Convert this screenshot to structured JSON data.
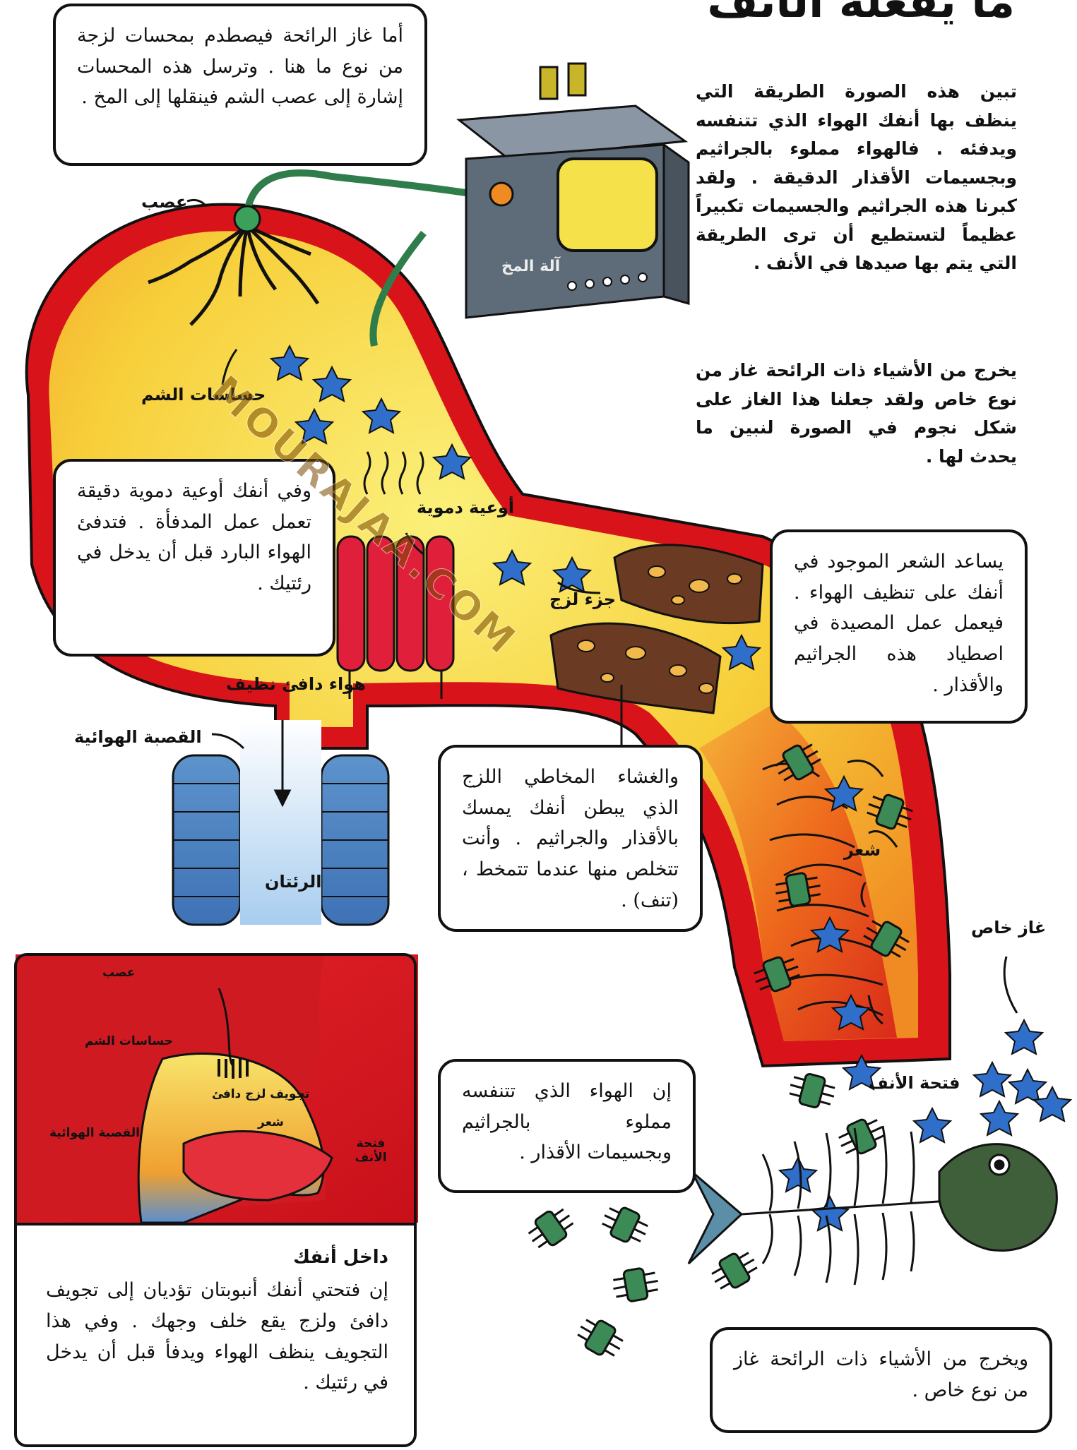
{
  "title": "ما يفعله الأنف",
  "intro": {
    "p1": "تبين هذه الصورة الطريقة التي ينظف بها أنفك الهواء الذي تتنفسه ويدفئه . فالهواء مملوء بالجراثيم وبجسيمات الأقذار الدقيقة . ولقد كبرنا هذه الجراثيم والجسيمات تكبيراً عظيماً لتستطيع أن ترى الطريقة التي يتم بها صيدها في الأنف .",
    "p2": "يخرج من الأشياء ذات الرائحة غاز من نوع خاص ولقد جعلنا هذا الغاز على شكل نجوم في الصورة لنبين ما يحدث لها ."
  },
  "bubbles": {
    "smell": "أما غاز الرائحة فيصطدم بمحسات لزجة من نوع ما هنا . وترسل هذه المحسات إشارة إلى عصب الشم فينقلها إلى المخ .",
    "vessels": "وفي أنفك أوعية دموية دقيقة تعمل عمل المدفأة . فتدفئ الهواء البارد قبل أن يدخل في رئتيك .",
    "hair": "يساعد الشعر الموجود في أنفك على تنظيف الهواء . فيعمل عمل المصيدة في اصطياد هذه الجراثيم والأقذار .",
    "mucus": "والغشاء المخاطي اللزج الذي يبطن أنفك يمسك بالأقذار والجراثيم . وأنت تتخلص منها عندما تتمخط ، (تنف) .",
    "air": "إن الهواء الذي تتنفسه مملوء بالجراثيم وبجسيمات الأقذار .",
    "gas": "ويخرج من الأشياء ذات الرائحة غاز من نوع خاص ."
  },
  "labels": {
    "nerve": "عصب",
    "brain_machine": "آلة المخ",
    "smell_sensors": "حساسات الشم",
    "blood_vessels": "أوعية دموية",
    "sticky_part": "جزء لزج",
    "warm_clean_air": "هواء دافئ نظيف",
    "trachea": "القصبة الهوائية",
    "lungs": "الرئتان",
    "hair": "شعر",
    "special_gas": "غاز خاص",
    "nostril": "فتحة الأنف"
  },
  "inset": {
    "labels": {
      "nerve": "عصب",
      "smell_sensors": "حساسات الشم",
      "cavity": "تجويف لزج دافئ",
      "hair": "شعر",
      "trachea": "القصبة الهوائية",
      "nostril": "فتحة الأنف"
    },
    "caption_title": "داخل أنفك",
    "caption_body": "إن فتحتي أنفك أنبوبتان تؤديان إلى تجويف دافئ ولزج يقع خلف وجهك . وفي هذا التجويف ينظف الهواء ويدفأ قبل أن يدخل في رئتيك ."
  },
  "watermark": "MOURAJAA.COM",
  "colors": {
    "outline": "#d8141a",
    "cavity_yellow": "#f7e24a",
    "cavity_orange": "#f07a1a",
    "tube_red": "#e23a1e",
    "lung_blue": "#6fa7d9",
    "star_blue": "#2f6fc9",
    "mucus_brown": "#6b3a22",
    "machine_gray": "#5e6b78"
  }
}
